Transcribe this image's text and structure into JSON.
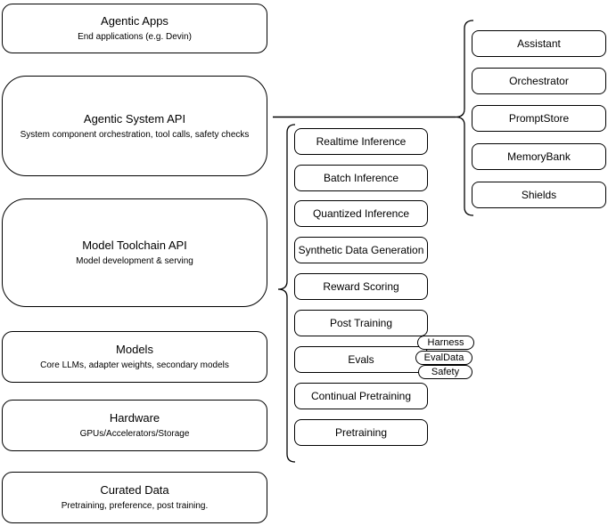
{
  "canvas": {
    "background": "#ffffff",
    "stroke": "#000000"
  },
  "stack": [
    {
      "title": "Agentic Apps",
      "subtitle": "End applications (e.g. Devin)"
    },
    {
      "title": "Agentic System API",
      "subtitle": "System component orchestration, tool calls, safety checks"
    },
    {
      "title": "Model Toolchain API",
      "subtitle": "Model development & serving"
    },
    {
      "title": "Models",
      "subtitle": "Core LLMs, adapter weights, secondary models"
    },
    {
      "title": "Hardware",
      "subtitle": "GPUs/Accelerators/Storage"
    },
    {
      "title": "Curated Data",
      "subtitle": "Pretraining, preference, post training."
    }
  ],
  "toolchain": {
    "items": [
      "Realtime Inference",
      "Batch Inference",
      "Quantized Inference",
      "Synthetic Data Generation",
      "Reward Scoring",
      "Post Training",
      "Evals",
      "Continual Pretraining",
      "Pretraining"
    ]
  },
  "evals_tags": [
    "Harness",
    "EvalData",
    "Safety"
  ],
  "system_components": [
    "Assistant",
    "Orchestrator",
    "PromptStore",
    "MemoryBank",
    "Shields"
  ]
}
